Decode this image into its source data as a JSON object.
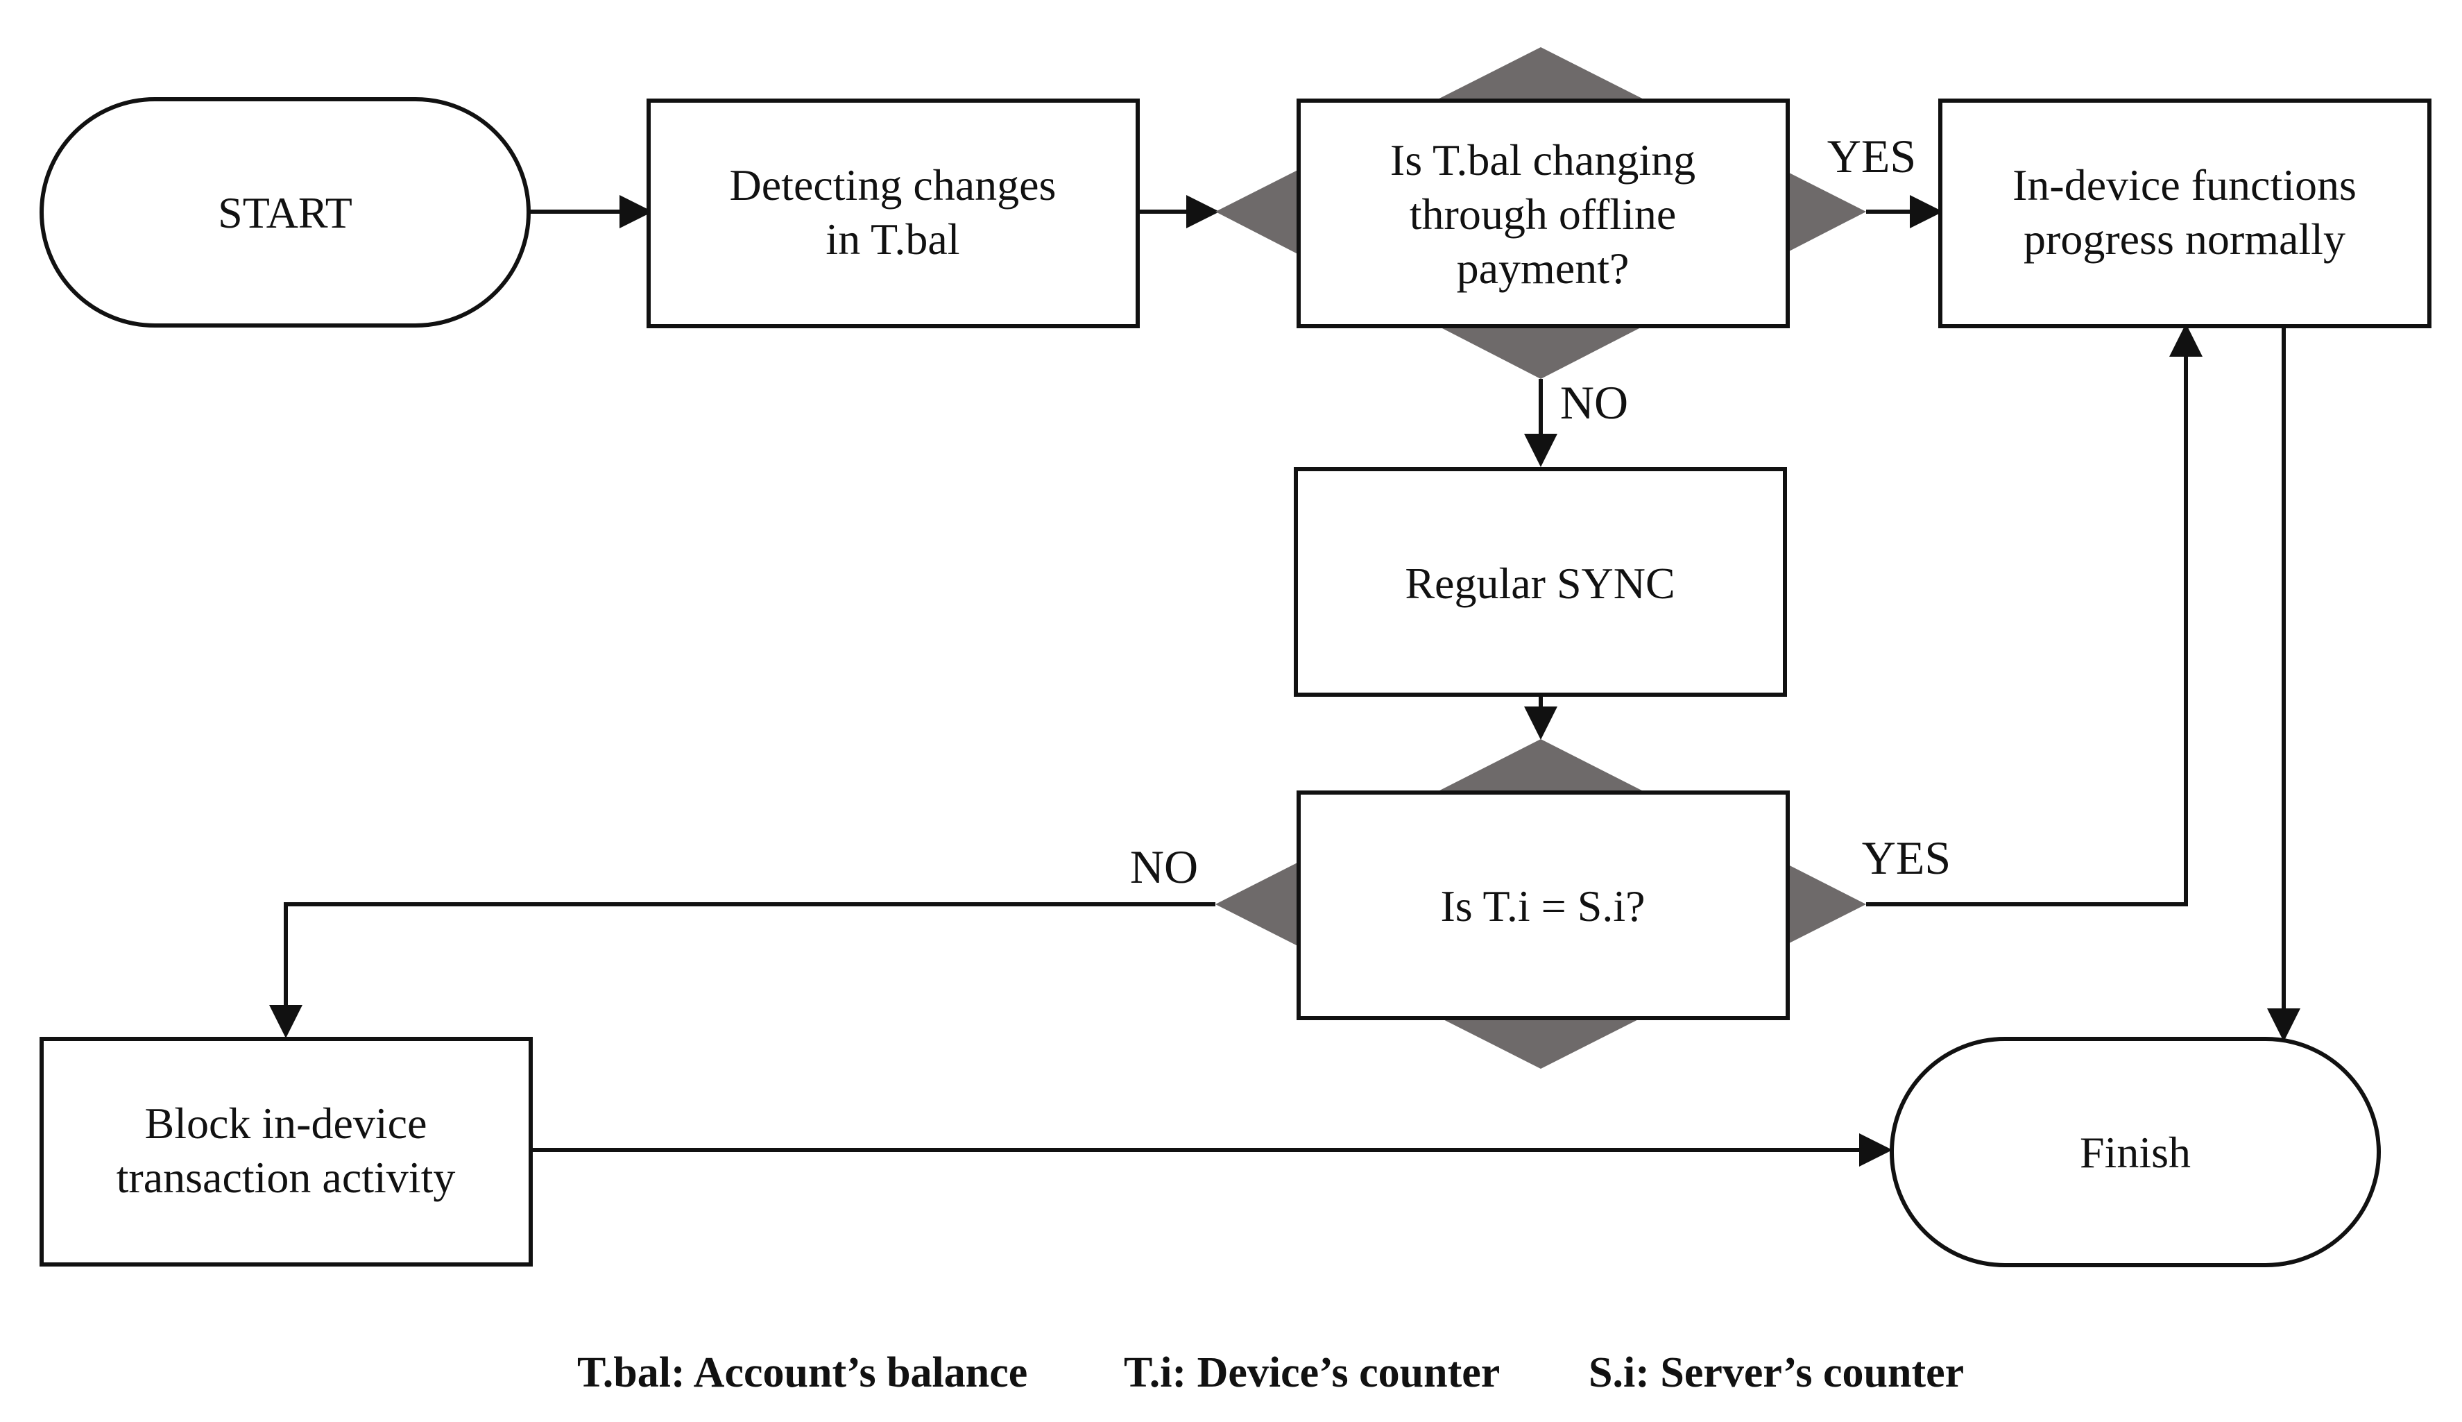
{
  "nodes": {
    "start": {
      "lines": [
        "START"
      ]
    },
    "detect": {
      "lines": [
        "Detecting changes",
        "in T.bal"
      ]
    },
    "q_offline": {
      "lines": [
        "Is T.bal changing",
        "through offline",
        "payment?"
      ]
    },
    "normal": {
      "lines": [
        "In-device functions",
        "progress normally"
      ]
    },
    "sync": {
      "lines": [
        "Regular SYNC"
      ]
    },
    "q_counter": {
      "lines": [
        "Is T.i = S.i?"
      ]
    },
    "block": {
      "lines": [
        "Block in-device",
        "transaction activity"
      ]
    },
    "finish": {
      "lines": [
        "Finish"
      ]
    }
  },
  "edge_labels": {
    "offline_yes": "YES",
    "offline_no": "NO",
    "counter_no": "NO",
    "counter_yes": "YES"
  },
  "legend": [
    "T.bal: Account’s balance",
    "T.i: Device’s counter",
    "S.i: Server’s counter"
  ],
  "colors": {
    "diamond_fill": "#6e6a6a",
    "stroke": "#111111",
    "background": "#ffffff"
  }
}
